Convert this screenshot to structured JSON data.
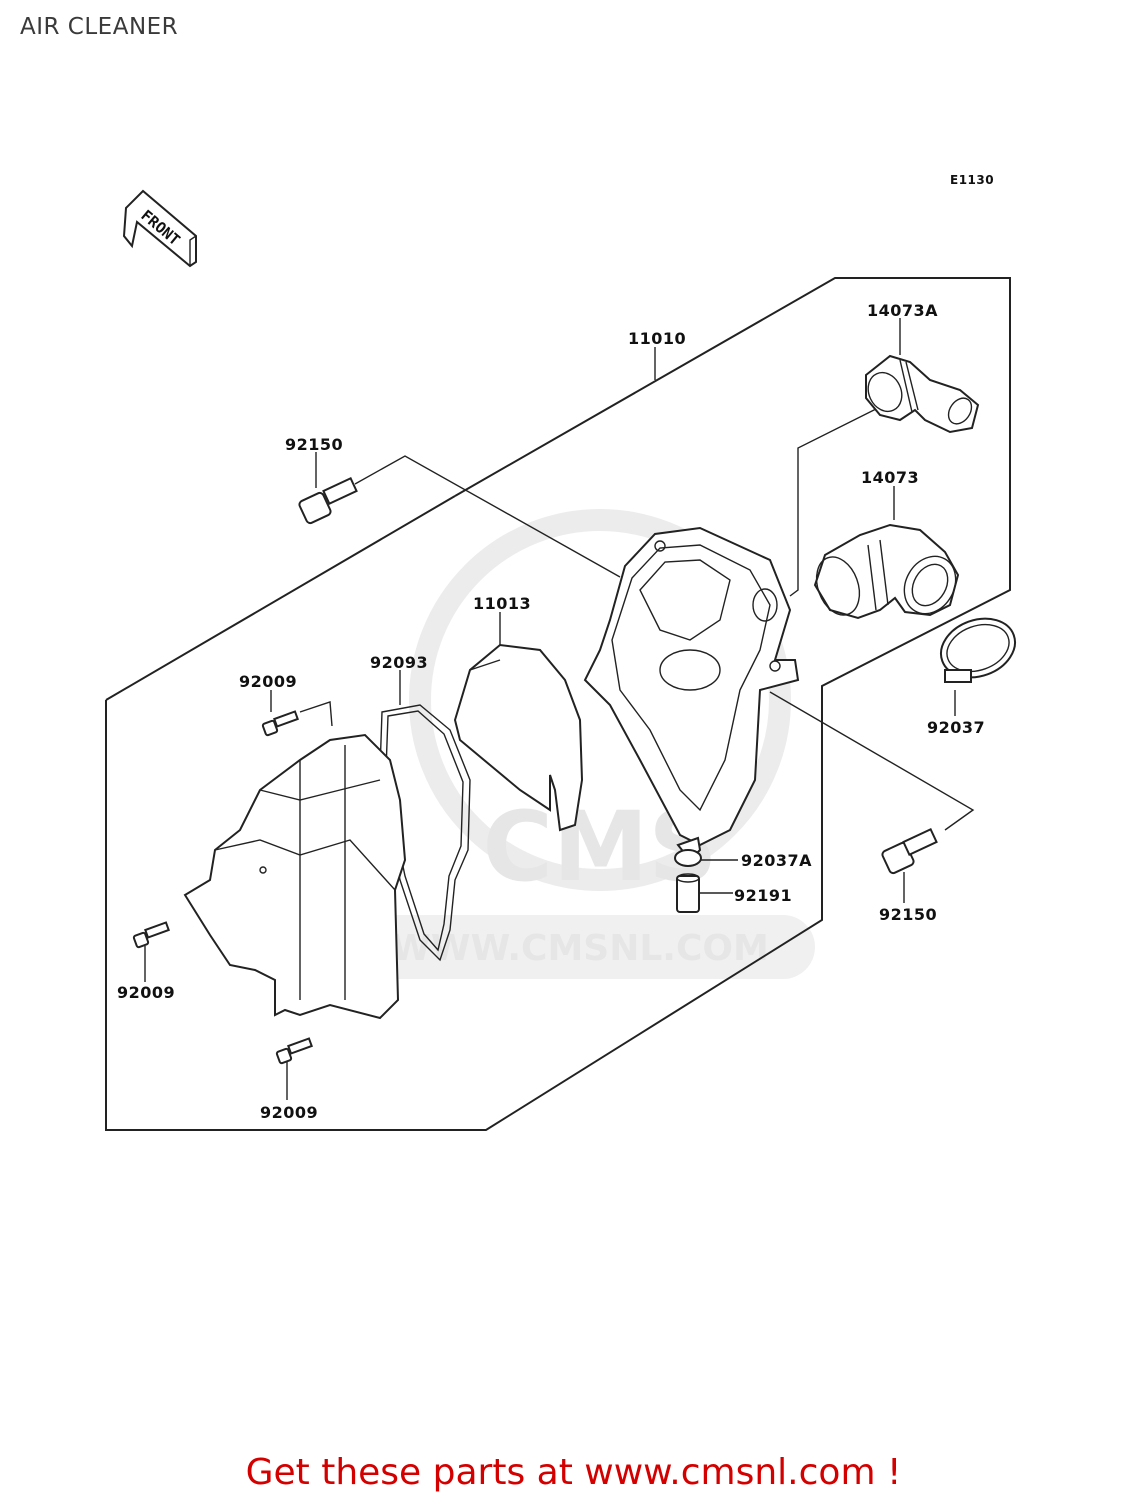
{
  "page": {
    "title": "AIR CLEANER",
    "diagram_code": "E1130",
    "front_label": "FRONT",
    "footer": "Get these parts at www.cmsnl.com !"
  },
  "watermark": {
    "brand": "CMS",
    "url": "WWW.CMSNL.COM"
  },
  "parts": {
    "p11010": "11010",
    "p14073A": "14073A",
    "p14073": "14073",
    "p92150_top": "92150",
    "p11013": "11013",
    "p92093": "92093",
    "p92009_top": "92009",
    "p92037": "92037",
    "p92037A": "92037A",
    "p92191": "92191",
    "p92150_right": "92150",
    "p92009_left": "92009",
    "p92009_bottom": "92009"
  }
}
